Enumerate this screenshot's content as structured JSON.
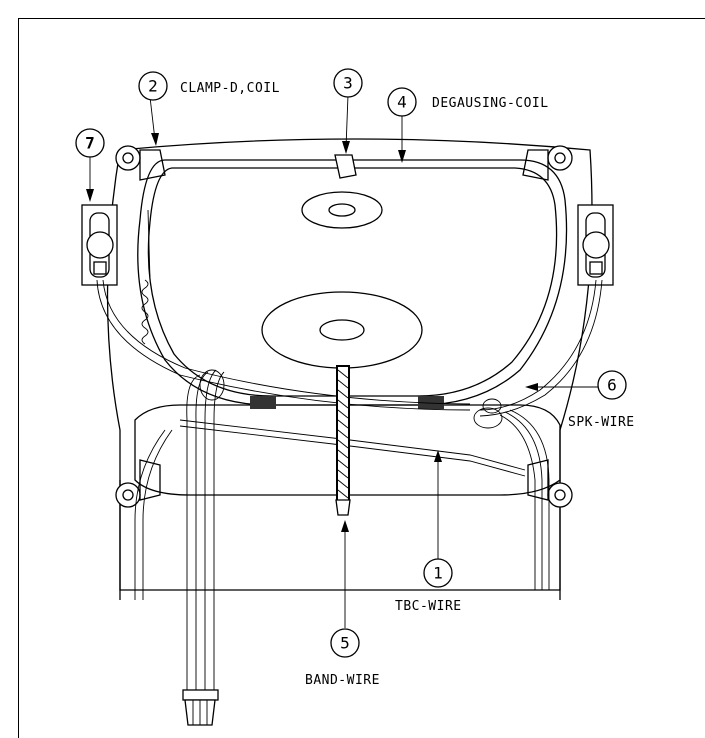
{
  "callouts": [
    {
      "num": "1",
      "label": "TBC-WIRE"
    },
    {
      "num": "2",
      "label": "CLAMP-D,COIL"
    },
    {
      "num": "3",
      "label": ""
    },
    {
      "num": "4",
      "label": "DEGAUSING-COIL"
    },
    {
      "num": "5",
      "label": "BAND-WIRE"
    },
    {
      "num": "6",
      "label": "SPK-WIRE"
    },
    {
      "num": "7",
      "label": ""
    }
  ],
  "icons": {
    "speaker": "speaker-icon",
    "clamp": "coil-clamp-icon",
    "connector": "connector-plug-icon"
  },
  "colors": {
    "line": "#000000",
    "background": "#ffffff"
  }
}
